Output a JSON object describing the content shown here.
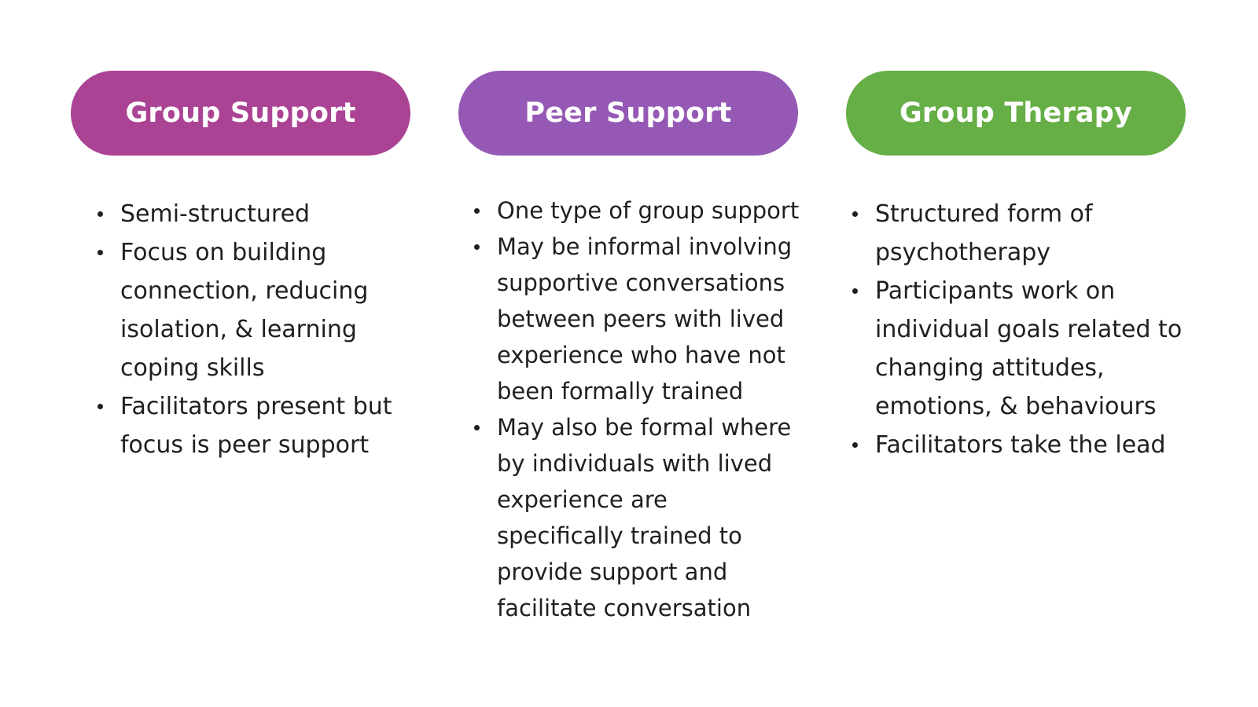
{
  "columns": [
    {
      "title": "Group Support",
      "color": "#ab4395",
      "bullets": [
        "Semi-structured",
        "Focus on building connection, reducing isolation, & learning coping skills",
        "Facilitators present but focus is peer support"
      ]
    },
    {
      "title": "Peer Support",
      "color": "#9559b5",
      "bullets": [
        "One type of group support",
        "May be informal involving supportive conversations between peers with lived experience who have not been formally trained",
        "May also be formal where by individuals with lived experience are specifically trained to provide support and facilitate conversation"
      ]
    },
    {
      "title": "Group Therapy",
      "color": "#66ae46",
      "bullets": [
        "Structured form of psychotherapy",
        "Participants work on individual goals related to changing attitudes, emotions, & behaviours",
        "Facilitators take the lead"
      ]
    }
  ]
}
